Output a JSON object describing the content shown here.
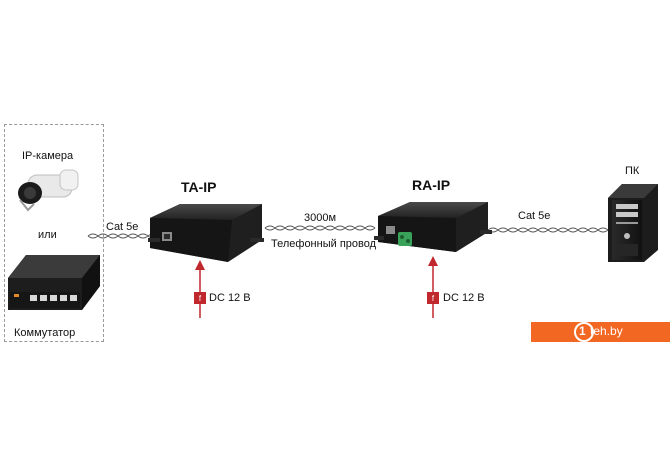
{
  "left_group": {
    "camera_label": "IP-камера",
    "or_label": "или",
    "switch_label": "Коммутатор"
  },
  "links": {
    "left_cable": "Cat 5e",
    "middle_distance": "3000м",
    "middle_cable": "Телефонный провод",
    "right_cable": "Cat 5e"
  },
  "transmitter": {
    "name": "TA-IP",
    "power": "DC 12 В"
  },
  "receiver": {
    "name": "RA-IP",
    "power": "DC 12 В"
  },
  "pc": {
    "label": "ПК"
  },
  "watermark": {
    "text": "teh.by",
    "digit": "1"
  },
  "colors": {
    "device_body": "#2b2b2b",
    "power_arrow": "#c0282d",
    "watermark": "#f26722",
    "connector_green": "#3aa35a"
  }
}
